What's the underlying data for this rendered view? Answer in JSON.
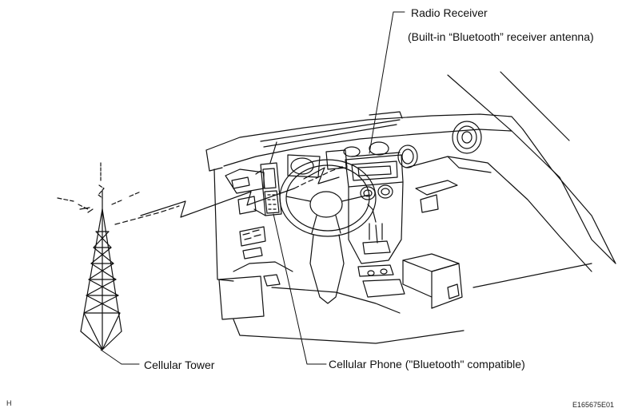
{
  "labels": {
    "radio_receiver": "Radio Receiver",
    "receiver_antenna": "(Built-in “Bluetooth” receiver antenna)",
    "cellular_tower": "Cellular Tower",
    "cellular_phone": "Cellular Phone (\"Bluetooth\" compatible)"
  },
  "corner": {
    "left_mark": "H",
    "figure_code": "E165675E01"
  },
  "colors": {
    "line": "#111111",
    "background": "#ffffff"
  }
}
